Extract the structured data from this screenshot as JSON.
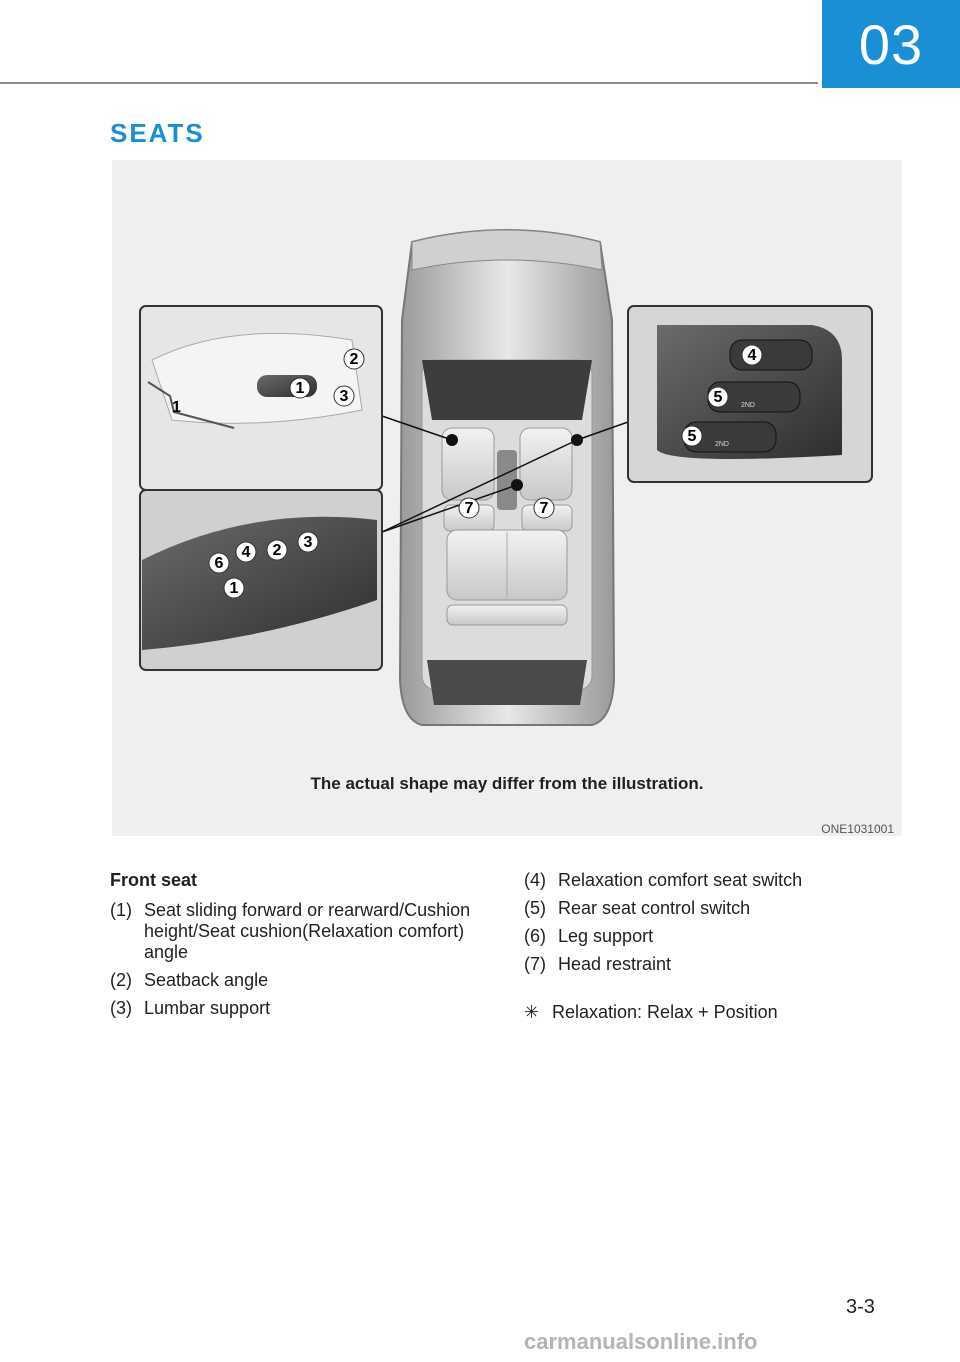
{
  "chapter": "03",
  "section_title": "SEATS",
  "figure": {
    "caption": "The actual shape may differ from the illustration.",
    "code": "ONE1031001",
    "left_upper_callouts": [
      "1",
      "2",
      "3"
    ],
    "left_upper_side_label": "1",
    "left_lower_callouts": [
      "6",
      "4",
      "2",
      "3",
      "1"
    ],
    "right_callouts": [
      "4",
      "5",
      "5"
    ],
    "right_badge_text": "2ND",
    "car_callouts": [
      "7",
      "7"
    ]
  },
  "front_seat": {
    "heading": "Front seat",
    "items": [
      {
        "num": "(1)",
        "text": "Seat sliding forward or rearward/Cushion height/Seat cushion(Relaxation comfort) angle"
      },
      {
        "num": "(2)",
        "text": "Seatback angle"
      },
      {
        "num": "(3)",
        "text": "Lumbar support"
      }
    ]
  },
  "right_items": [
    {
      "num": "(4)",
      "text": "Relaxation comfort seat switch"
    },
    {
      "num": "(5)",
      "text": "Rear seat control switch"
    },
    {
      "num": "(6)",
      "text": "Leg support"
    },
    {
      "num": "(7)",
      "text": "Head restraint"
    }
  ],
  "note": {
    "mark": "✳",
    "text": "Relaxation: Relax + Position"
  },
  "page_number": "3-3",
  "watermark": "carmanualsonline.info"
}
